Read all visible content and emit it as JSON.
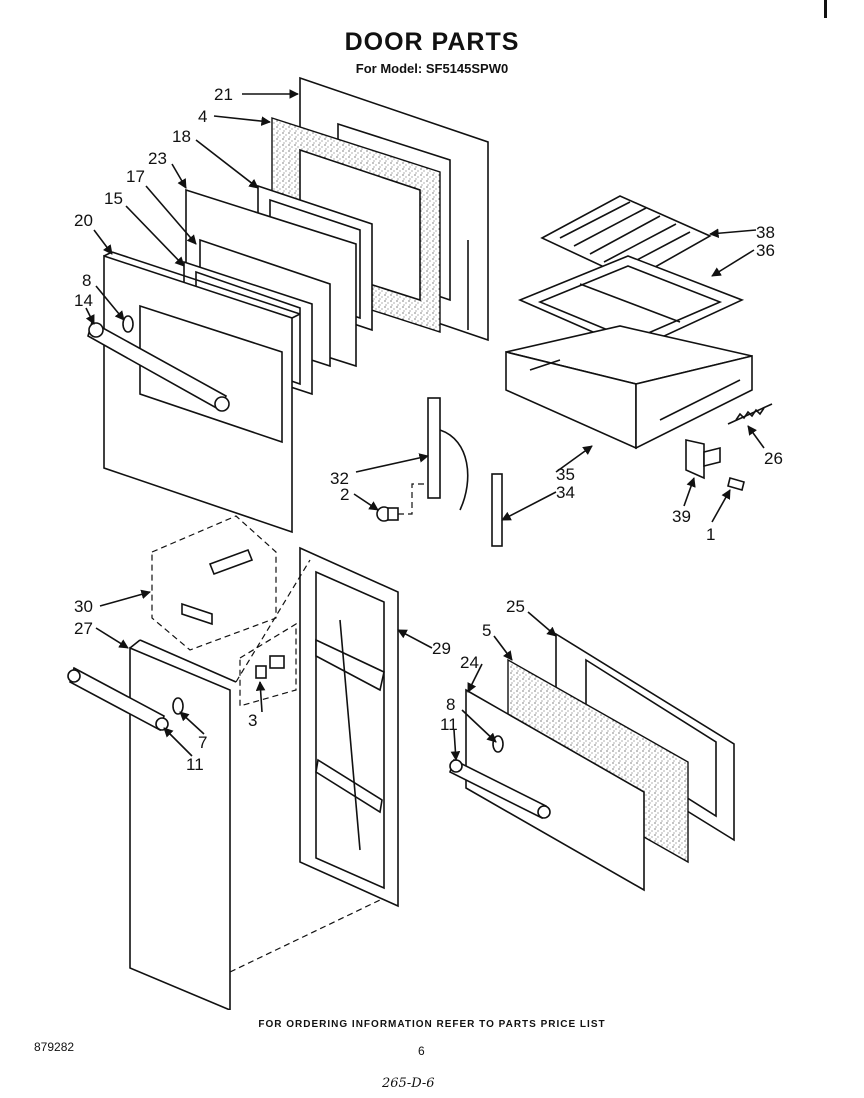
{
  "header": {
    "title": "DOOR PARTS",
    "subtitle": "For Model: SF5145SPW0"
  },
  "part_labels": [
    "21",
    "4",
    "18",
    "23",
    "17",
    "15",
    "20",
    "8",
    "14",
    "38",
    "36",
    "32",
    "2",
    "35",
    "34",
    "26",
    "39",
    "1",
    "30",
    "27",
    "29",
    "25",
    "5",
    "24",
    "8",
    "11",
    "7",
    "11",
    "3"
  ],
  "footer": {
    "note": "FOR ORDERING INFORMATION REFER TO PARTS PRICE LIST",
    "doc_number": "879282",
    "page_number": "6",
    "handwritten": "265-D-6"
  }
}
